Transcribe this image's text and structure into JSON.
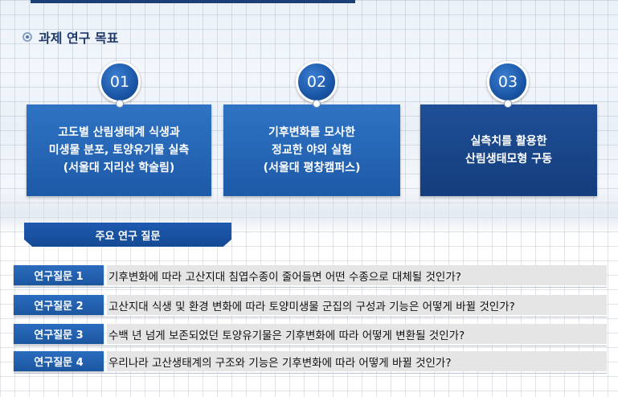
{
  "section": {
    "title": "과제 연구 목표",
    "icon": "target-bullet-icon"
  },
  "goals": [
    {
      "number": "01",
      "text": "고도별 산림생태계 식생과\n미생물 분포, 토양유기물 실측\n(서울대 지리산 학술림)"
    },
    {
      "number": "02",
      "text": "기후변화를 모사한\n정교한 야외 실험\n(서울대 평창캠퍼스)"
    },
    {
      "number": "03",
      "text": "실측치를 활용한\n산림생태모형 구동"
    }
  ],
  "questions_tab": {
    "label": "주요 연구 질문"
  },
  "questions": [
    {
      "label": "연구질문 1",
      "text": "기후변화에 따라 고산지대 침엽수종이 줄어들면 어떤 수종으로 대체될 것인가?"
    },
    {
      "label": "연구질문 2",
      "text": "고산지대 식생 및 환경 변화에 따라 토양미생물 군집의 구성과 기능은 어떻게 바뀔 것인가?"
    },
    {
      "label": "연구질문 3",
      "text": "수백 년 넘게 보존되었던 토양유기물은 기후변화에 따라 어떻게 변환될 것인가?"
    },
    {
      "label": "연구질문 4",
      "text": "우리나라 고산생태계의 구조와 기능은 기후변화에 따라 어떻게 바뀔 것인가?"
    }
  ],
  "colors": {
    "primary_blue": "#1d5aa8",
    "dark_blue": "#143d7c",
    "title_navy": "#1f3a68",
    "question_bg": "#e5e5e5"
  }
}
